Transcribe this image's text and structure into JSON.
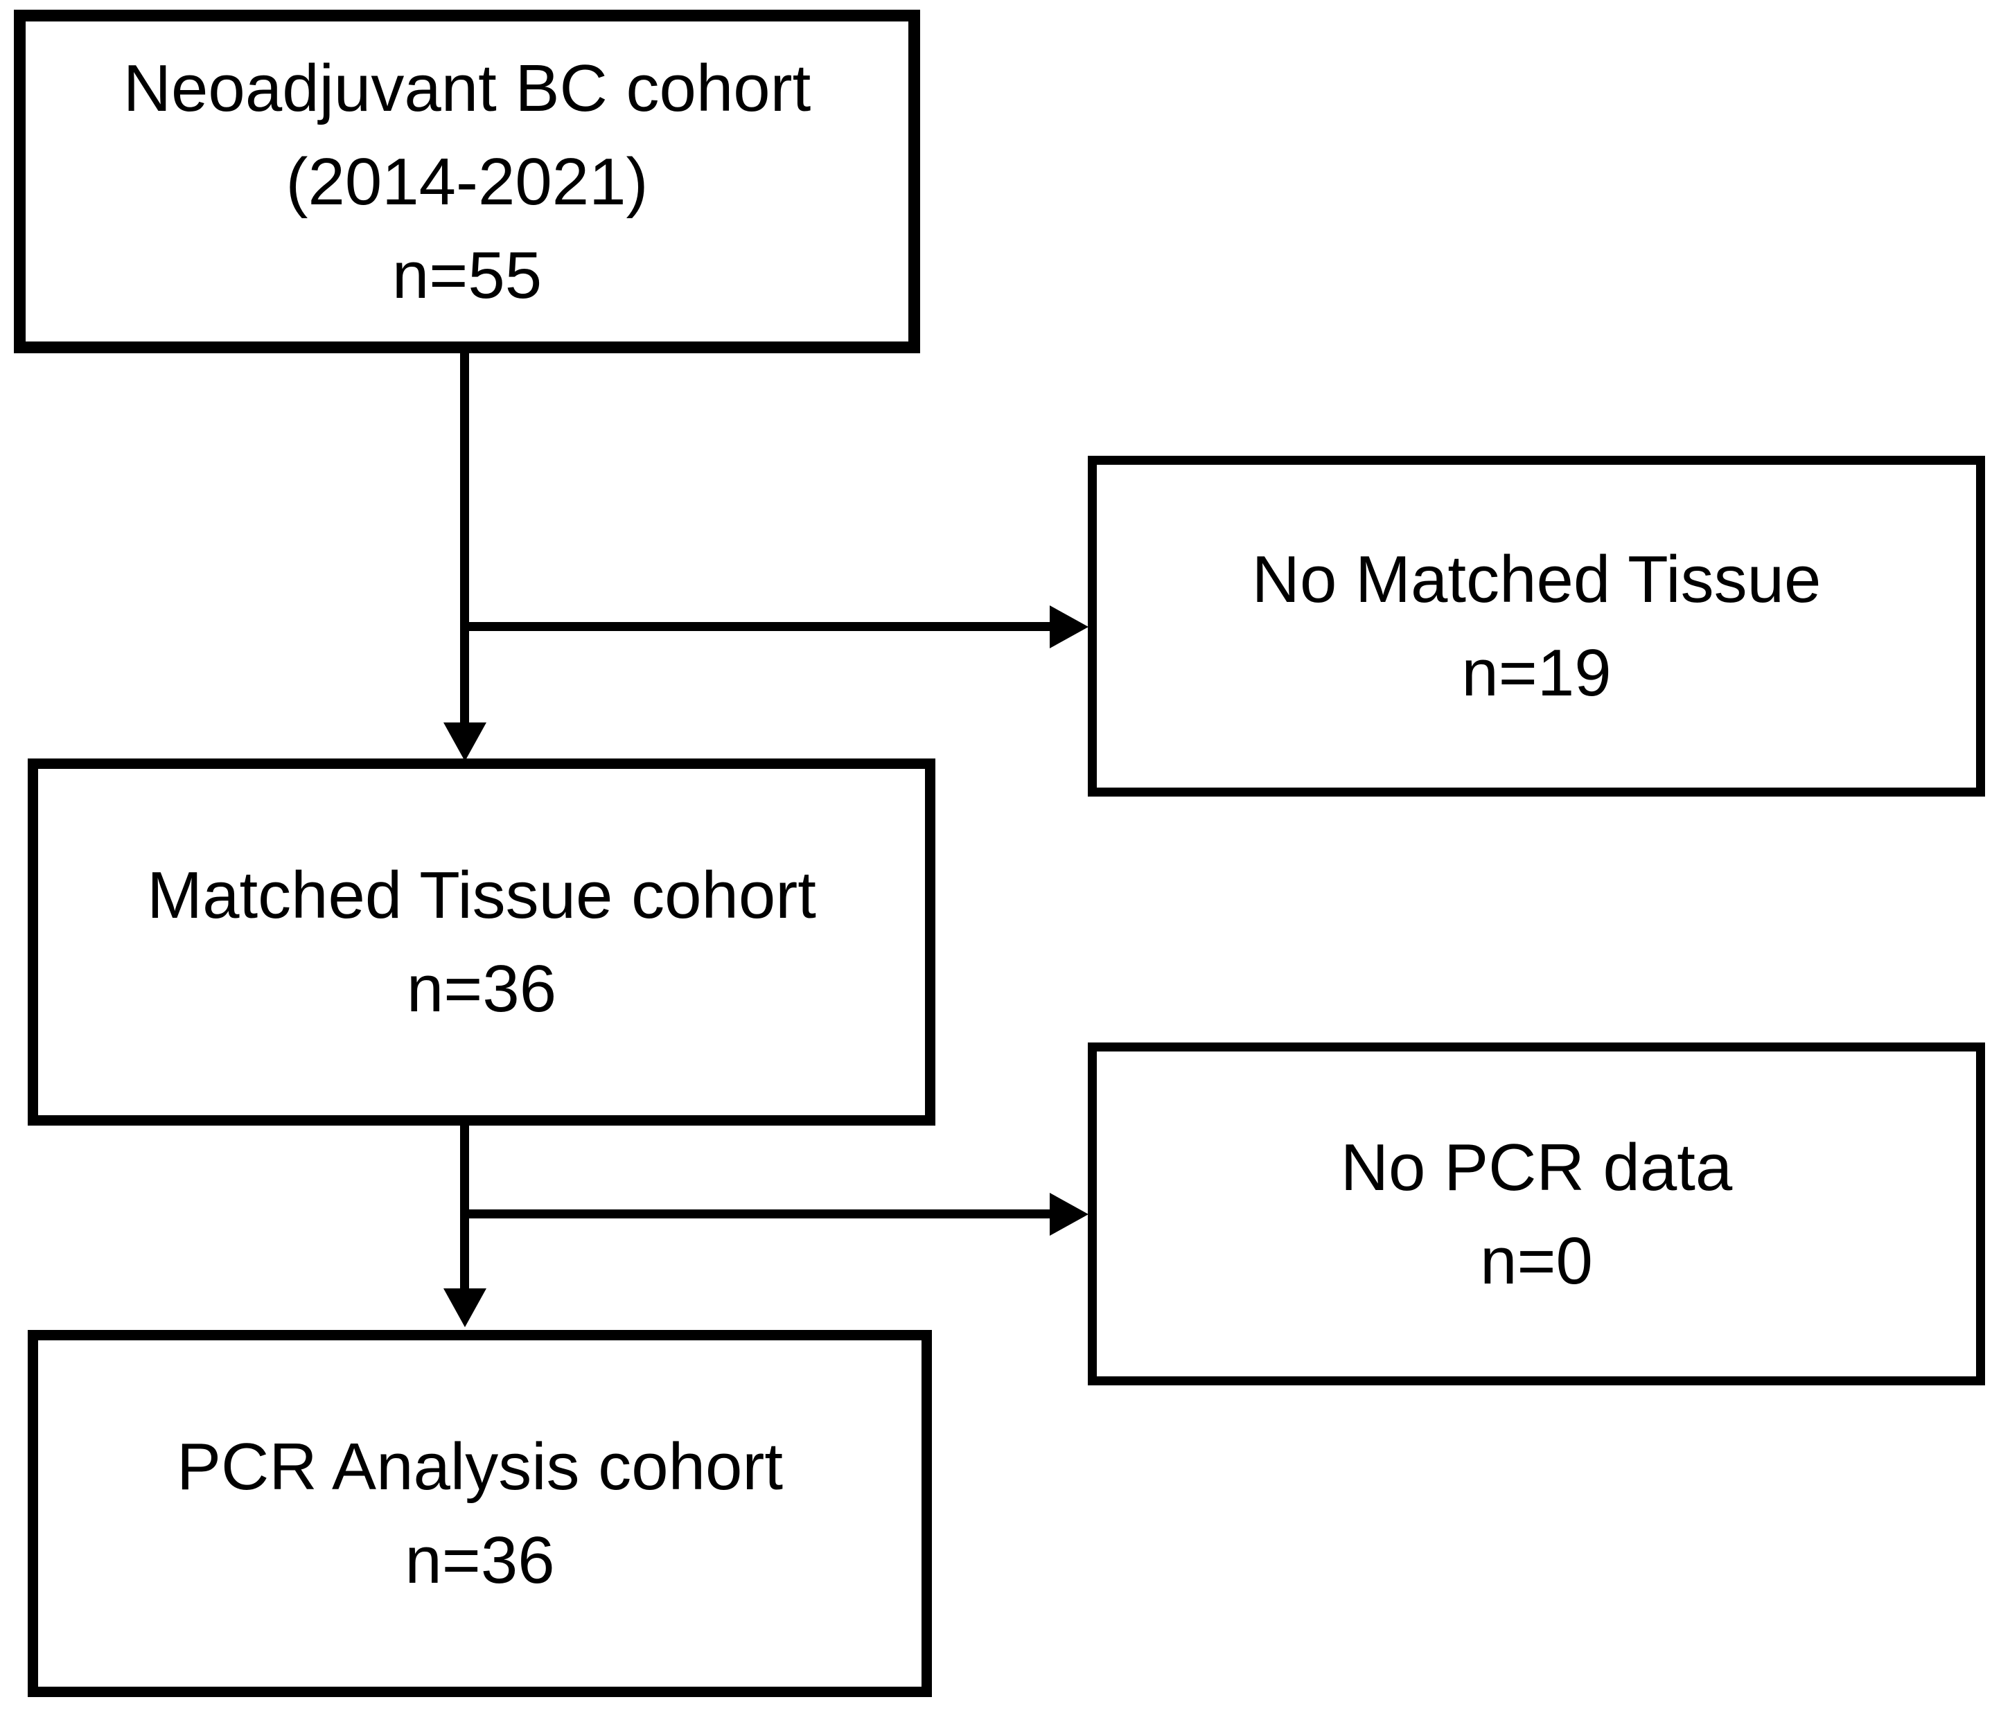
{
  "diagram_type": "study-flow-diagram",
  "colors": {
    "ink": "#000000",
    "background": "#ffffff"
  },
  "nodes": {
    "neoadjuvant": {
      "lines": [
        "Neoadjuvant BC cohort",
        "(2014-2021)",
        "n=55"
      ]
    },
    "no_matched_tissue": {
      "lines": [
        "No Matched Tissue",
        "n=19"
      ]
    },
    "matched_tissue": {
      "lines": [
        "Matched Tissue cohort",
        "n=36"
      ]
    },
    "no_pcr_data": {
      "lines": [
        "No PCR data",
        "n=0"
      ]
    },
    "pcr_analysis": {
      "lines": [
        "PCR Analysis cohort",
        "n=36"
      ]
    }
  },
  "edges": [
    {
      "from": "neoadjuvant",
      "to": "matched_tissue",
      "type": "arrow-down"
    },
    {
      "from": "neoadjuvant",
      "to": "no_matched_tissue",
      "type": "arrow-right-branch"
    },
    {
      "from": "matched_tissue",
      "to": "pcr_analysis",
      "type": "arrow-down"
    },
    {
      "from": "matched_tissue",
      "to": "no_pcr_data",
      "type": "arrow-right-branch"
    }
  ]
}
